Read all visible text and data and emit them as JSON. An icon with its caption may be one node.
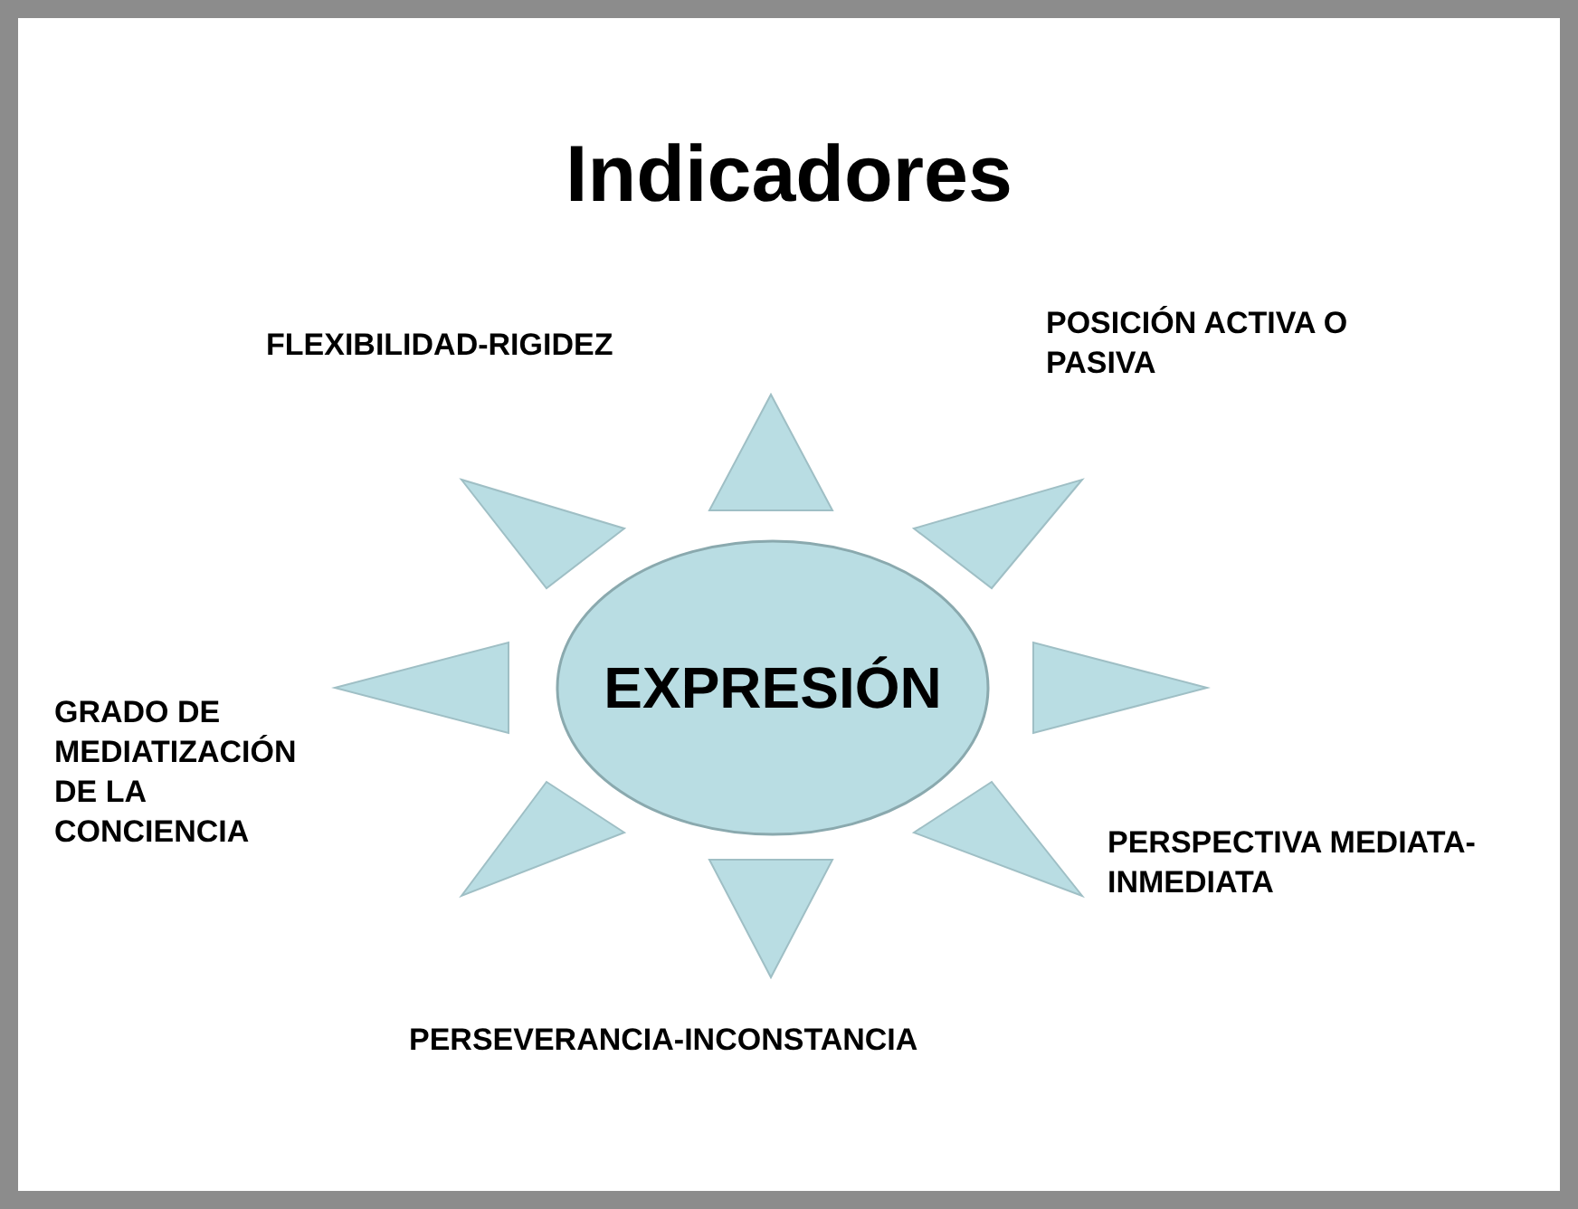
{
  "diagram": {
    "title": "Indicadores",
    "nodes": [
      {
        "text": [
          "EXPRESIÓN"
        ]
      }
    ],
    "labels": [
      "FLEXIBILIDAD-RIGIDEZ",
      "POSICIÓN ACTIVA O PASIVA",
      "GRADO DE MEDIATIZACIÓN DE LA CONCIENCIA",
      "PERSPECTIVA MEDIATA-INMEDIATA",
      "PERSEVERANCIA-INCONSTANCIA"
    ]
  }
}
